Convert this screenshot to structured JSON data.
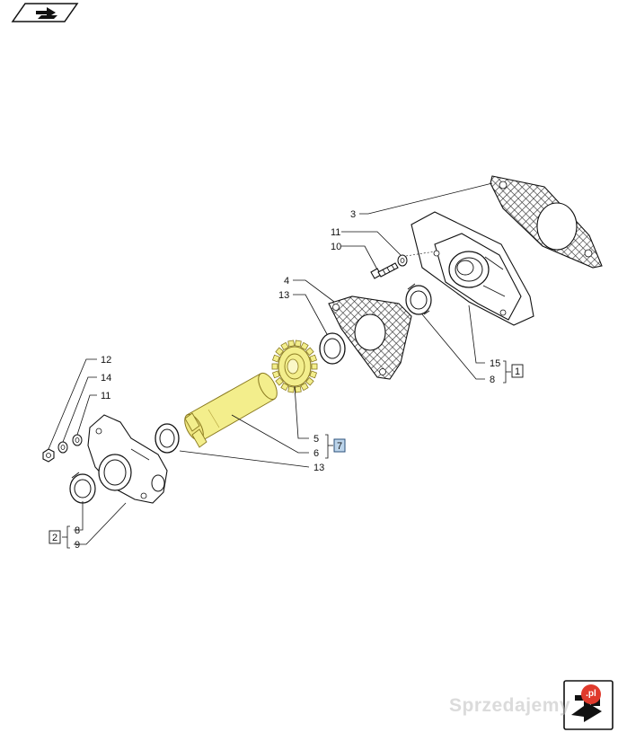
{
  "diagram": {
    "callouts": {
      "c3": "3",
      "c11_top": "11",
      "c10": "10",
      "c4": "4",
      "c13_top": "13",
      "c15": "15",
      "c8_right": "8",
      "c12": "12",
      "c14": "14",
      "c11_left": "11",
      "c5": "5",
      "c6": "6",
      "c13_bottom": "13",
      "c8_left": "8",
      "c9": "9"
    },
    "ref_boxes": {
      "ref1": "1",
      "ref2": "2",
      "ref7": "7"
    }
  },
  "watermark": {
    "text": "Sprzedajemy",
    "badge": ".pl"
  },
  "icons": {
    "top_nav": "previous-page-arrow-icon",
    "bottom_nav": "next-page-arrow-icon"
  },
  "colors": {
    "highlight": "#f3ee8c",
    "selected_ref": "#bcd4ea",
    "watermark_badge": "#e03a2c"
  }
}
